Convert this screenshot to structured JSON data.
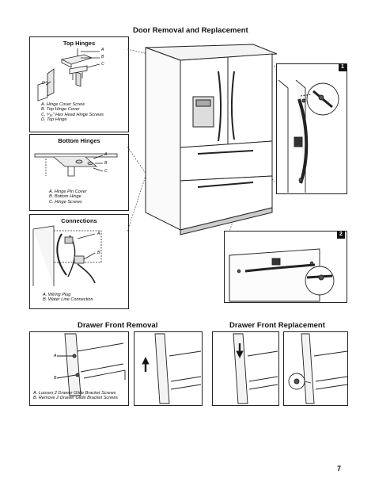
{
  "page_title": "Door Removal and Replacement",
  "top_hinges": {
    "title": "Top Hinges",
    "markers": [
      "A",
      "B",
      "C",
      "D"
    ],
    "captions": [
      "A. Hinge Cover Screw",
      "B. Top Hinge Cover",
      "C. ⁵⁄₁₆\" Hex Head Hinge Screws",
      "D. Top Hinge"
    ]
  },
  "bottom_hinges": {
    "title": "Bottom Hinges",
    "markers": [
      "A",
      "B",
      "C"
    ],
    "captions": [
      "A. Hinge Pin Cover",
      "B. Bottom Hinge",
      "C. Hinge Screws"
    ]
  },
  "connections": {
    "title": "Connections",
    "markers": [
      "A",
      "B"
    ],
    "captions": [
      "A. Wiring Plug",
      "B. Water Line Connection"
    ]
  },
  "step_badges": [
    "1",
    "2"
  ],
  "drawer_removal": {
    "title": "Drawer Front Removal",
    "markers": [
      "A",
      "B"
    ],
    "captions": [
      "A. Loosen 2 Drawer Glide Bracket Screws",
      "B. Remove 2 Drawer Glide Bracket Screws"
    ]
  },
  "drawer_replacement": {
    "title": "Drawer Front Replacement"
  },
  "page_number": "7"
}
